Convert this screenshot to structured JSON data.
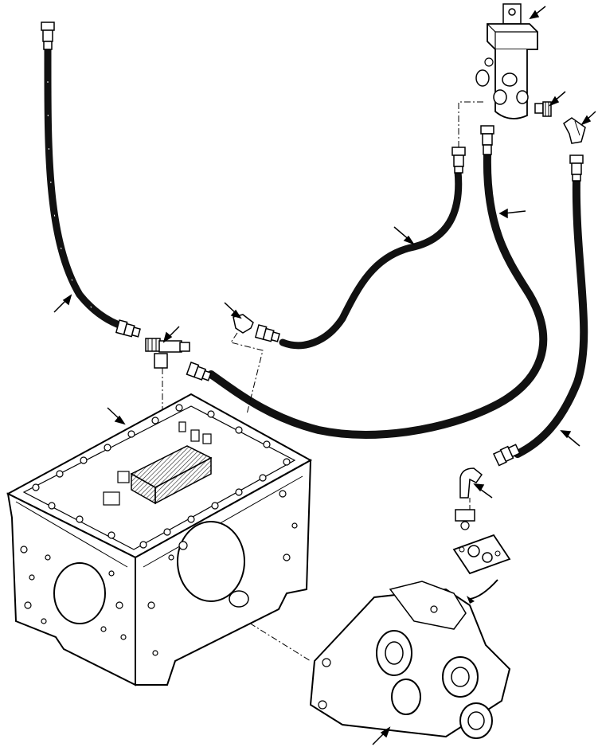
{
  "diagram": {
    "colors": {
      "ink": "#000000",
      "paper": "#ffffff",
      "hose": "#111111",
      "hatch": "#444444"
    },
    "callouts": [
      {
        "id": "valve-top"
      },
      {
        "id": "fitting-mid"
      },
      {
        "id": "elbow-right"
      },
      {
        "id": "hose-center-right"
      },
      {
        "id": "hose-long-right"
      },
      {
        "id": "hose-center"
      },
      {
        "id": "hose-left"
      },
      {
        "id": "tee-fitting"
      },
      {
        "id": "elbow-small"
      },
      {
        "id": "hose-lower-right"
      },
      {
        "id": "elbow-lower"
      },
      {
        "id": "housing-cover"
      },
      {
        "id": "pump-assembly"
      }
    ]
  }
}
